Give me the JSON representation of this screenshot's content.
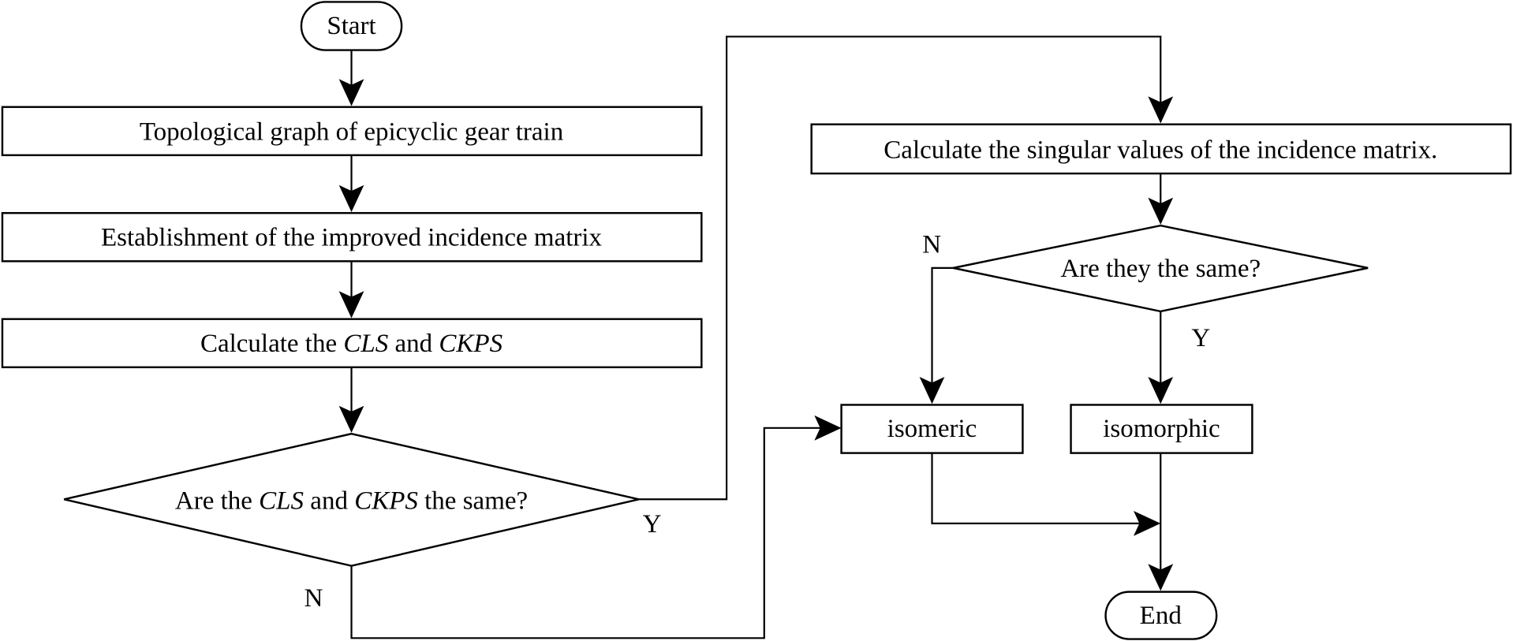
{
  "diagram": {
    "type": "flowchart",
    "colors": {
      "stroke": "#000000",
      "fill": "#ffffff",
      "text": "#000000"
    },
    "nodes": {
      "start": {
        "shape": "terminal",
        "label": "Start"
      },
      "topo": {
        "shape": "process",
        "label": "Topological graph of epicyclic gear train"
      },
      "matrix": {
        "shape": "process",
        "label": "Establishment of the improved incidence matrix"
      },
      "calc": {
        "shape": "process",
        "label_parts": [
          "Calculate the ",
          "CLS",
          " and ",
          "CKPS"
        ]
      },
      "decision1": {
        "shape": "decision",
        "label_parts": [
          "Are the ",
          "CLS",
          " and ",
          "CKPS",
          " the same?"
        ]
      },
      "singular": {
        "shape": "process",
        "label": "Calculate the singular values of the incidence matrix."
      },
      "decision2": {
        "shape": "decision",
        "label": "Are they the same?"
      },
      "isomeric": {
        "shape": "process",
        "label": "isomeric"
      },
      "isomorphic": {
        "shape": "process",
        "label": "isomorphic"
      },
      "end": {
        "shape": "terminal",
        "label": "End"
      }
    },
    "edge_labels": {
      "d1_yes": "Y",
      "d1_no": "N",
      "d2_yes": "Y",
      "d2_no": "N"
    },
    "edges": [
      {
        "from": "start",
        "to": "topo"
      },
      {
        "from": "topo",
        "to": "matrix"
      },
      {
        "from": "matrix",
        "to": "calc"
      },
      {
        "from": "calc",
        "to": "decision1"
      },
      {
        "from": "decision1",
        "to": "singular",
        "label": "Y"
      },
      {
        "from": "decision1",
        "to": "isomeric",
        "label": "N"
      },
      {
        "from": "singular",
        "to": "decision2"
      },
      {
        "from": "decision2",
        "to": "isomorphic",
        "label": "Y"
      },
      {
        "from": "decision2",
        "to": "isomeric",
        "label": "N"
      },
      {
        "from": "isomeric",
        "to": "end"
      },
      {
        "from": "isomorphic",
        "to": "end"
      }
    ]
  }
}
